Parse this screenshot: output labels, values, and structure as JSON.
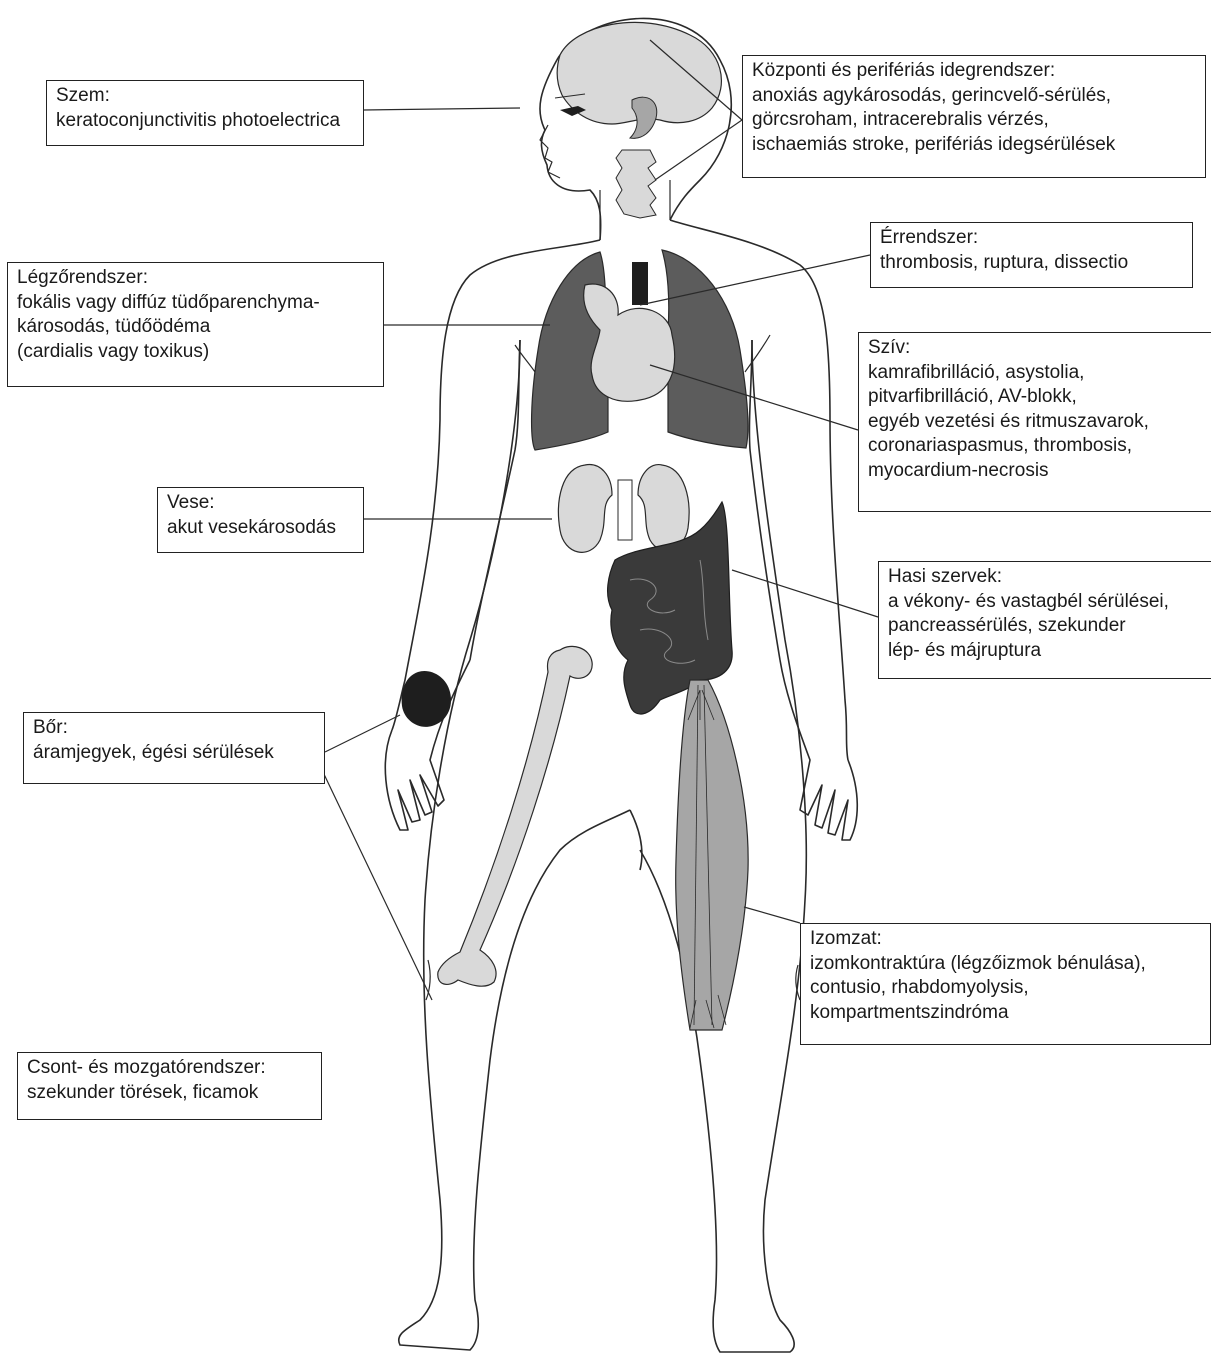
{
  "colors": {
    "outline": "#2a2a2a",
    "light_organ": "#d9d9d9",
    "mid_organ": "#a6a6a6",
    "dark_organ": "#5c5c5c",
    "darkest": "#1e1e1e"
  },
  "callouts": {
    "eye": {
      "title": "Szem:",
      "lines": [
        "keratoconjunctivitis photoelectrica"
      ]
    },
    "nervous": {
      "title": "Központi és perifériás idegrendszer:",
      "lines": [
        "anoxiás agykárosodás, gerincvelő-sérülés,",
        "görcsroham, intracerebralis vérzés,",
        "ischaemiás stroke, perifériás idegsérülések"
      ]
    },
    "vascular": {
      "title": "Érrendszer:",
      "lines": [
        "thrombosis, ruptura, dissectio"
      ]
    },
    "respiratory": {
      "title": "Légzőrendszer:",
      "lines": [
        "fokális vagy diffúz tüdőparenchyma-",
        "károsodás, tüdőödéma",
        "(cardialis vagy toxikus)"
      ]
    },
    "heart": {
      "title": "Szív:",
      "lines": [
        "kamrafibrilláció, asystolia,",
        "pitvarfibrilláció, AV-blokk,",
        "egyéb vezetési és ritmuszavarok,",
        "coronariaspasmus, thrombosis,",
        "myocardium-necrosis"
      ]
    },
    "kidney": {
      "title": "Vese:",
      "lines": [
        "akut vesekárosodás"
      ]
    },
    "abdominal": {
      "title": "Hasi szervek:",
      "lines": [
        "a vékony- és vastagbél sérülései,",
        "pancreassérülés, szekunder",
        "lép- és májruptura"
      ]
    },
    "skin": {
      "title": "Bőr:",
      "lines": [
        "áramjegyek, égési sérülések"
      ]
    },
    "muscle": {
      "title": "Izomzat:",
      "lines": [
        "izomkontraktúra (légzőizmok bénulása),",
        "contusio, rhabdomyolysis,",
        "kompartmentszindróma"
      ]
    },
    "skeletal": {
      "title": "Csont- és mozgatórendszer:",
      "lines": [
        "szekunder törések, ficamok"
      ]
    }
  }
}
